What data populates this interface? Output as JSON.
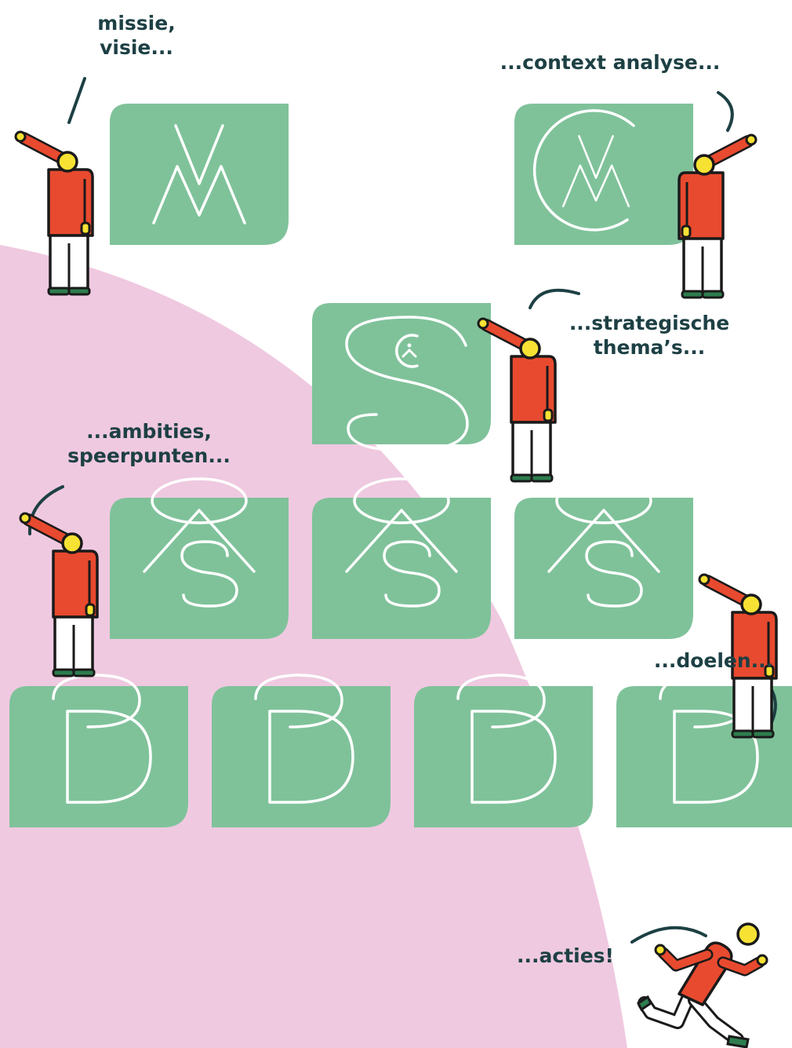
{
  "colors": {
    "background": "#ffffff",
    "blob": "#efc9e0",
    "tile": "#7fc29a",
    "stroke": "#ffffff",
    "text": "#1d4044",
    "shirt": "#e84a2f",
    "head": "#f7e234",
    "outline": "#1a1a1a",
    "trousers": "#ffffff",
    "shoes": "#2e7d4f"
  },
  "steps": [
    {
      "id": "missie-visie",
      "label_lines": [
        "missie,",
        "visie..."
      ],
      "icon": "vm-monogram",
      "tile_count": 1
    },
    {
      "id": "context-analyse",
      "label_lines": [
        "...context analyse..."
      ],
      "icon": "c-vm-monogram",
      "tile_count": 1
    },
    {
      "id": "strategische-themas",
      "label_lines": [
        "...strategische",
        "thema’s..."
      ],
      "icon": "s-monogram",
      "tile_count": 1
    },
    {
      "id": "ambities-speerpunten",
      "label_lines": [
        "...ambities,",
        "speerpunten..."
      ],
      "icon": "as-monogram",
      "tile_count": 3
    },
    {
      "id": "doelen",
      "label_lines": [
        "...doelen..."
      ],
      "icon": "d-monogram",
      "tile_count": 4
    },
    {
      "id": "acties",
      "label_lines": [
        "...acties!"
      ],
      "icon": "running-figure",
      "tile_count": 0
    }
  ]
}
